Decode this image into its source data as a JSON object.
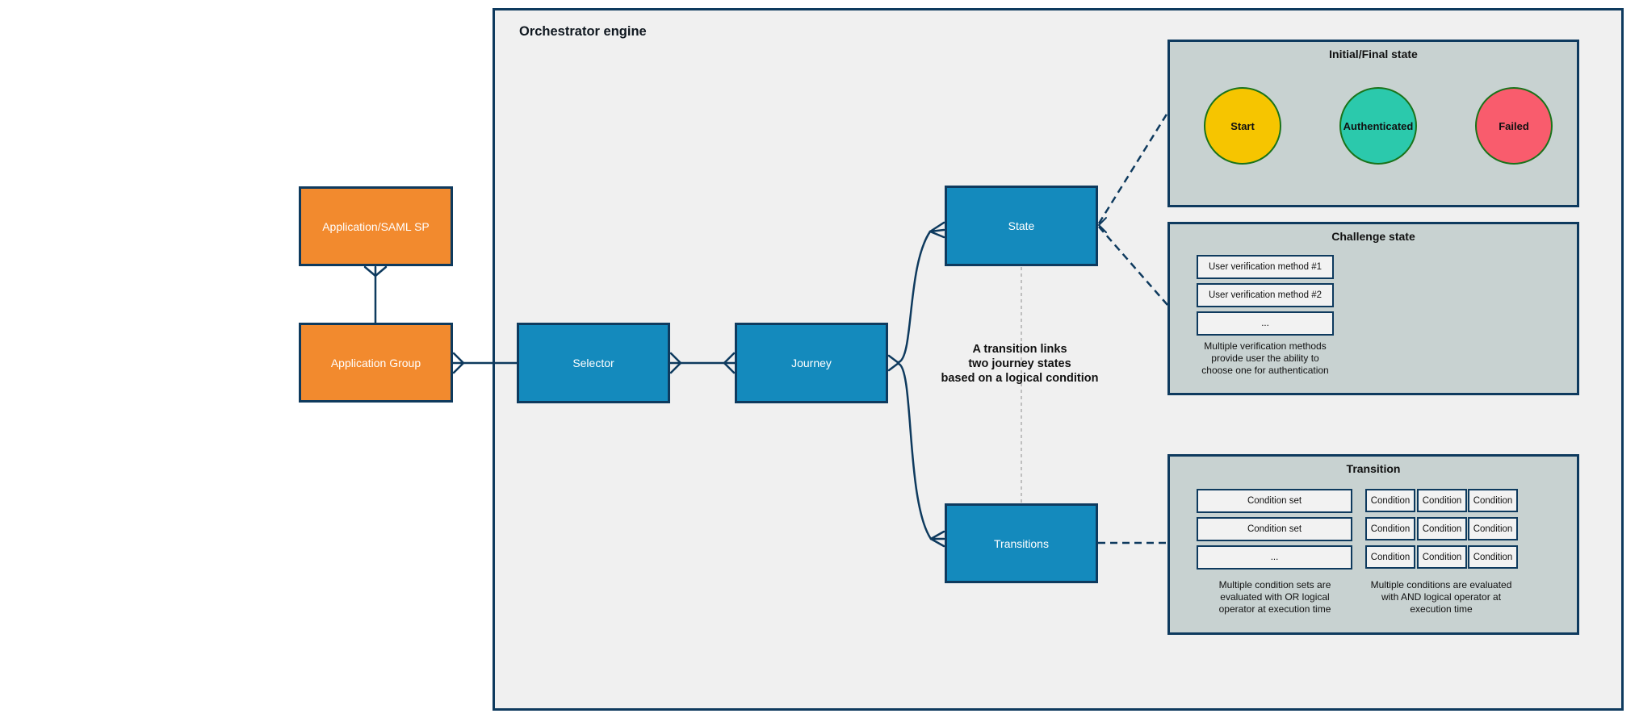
{
  "colors": {
    "border_navy": "#0e3a5e",
    "node_blue": "#148abd",
    "node_orange": "#f28a2e",
    "panel_gray": "#c8d2d1",
    "canvas_gray": "#f0f0f0",
    "item_fill": "#f2f2f2",
    "circle_border_green": "#1a731a",
    "gray_dash": "#b3b3b3",
    "start_fill": "#f6c500",
    "authenticated_fill": "#2bc9ac",
    "failed_fill": "#f95c6d"
  },
  "orchestrator": {
    "title": "Orchestrator engine"
  },
  "nodes": {
    "app_saml": {
      "label": "Application/SAML SP"
    },
    "app_group": {
      "label": "Application Group"
    },
    "selector": {
      "label": "Selector"
    },
    "journey": {
      "label": "Journey"
    },
    "state": {
      "label": "State"
    },
    "transitions": {
      "label": "Transitions"
    }
  },
  "annotation": {
    "text": "A transition links\ntwo journey states\nbased on a logical condition"
  },
  "panels": {
    "initial_final": {
      "title": "Initial/Final state",
      "states": [
        {
          "label": "Start",
          "color": "#f6c500"
        },
        {
          "label": "Authenticated",
          "color": "#2bc9ac"
        },
        {
          "label": "Failed",
          "color": "#f95c6d"
        }
      ]
    },
    "challenge": {
      "title": "Challenge state",
      "methods": [
        {
          "label": "User verification method #1"
        },
        {
          "label": "User verification method #2"
        },
        {
          "label": "..."
        }
      ],
      "caption": "Multiple verification methods\nprovide user the ability to\nchoose one for authentication"
    },
    "transition": {
      "title": "Transition",
      "condition_sets": [
        {
          "label": "Condition set"
        },
        {
          "label": "Condition set"
        },
        {
          "label": "..."
        }
      ],
      "or_caption": "Multiple condition sets are\nevaluated with OR logical\noperator at execution time",
      "conditions": [
        {
          "label": "Condition"
        },
        {
          "label": "Condition"
        },
        {
          "label": "Condition"
        },
        {
          "label": "Condition"
        },
        {
          "label": "Condition"
        },
        {
          "label": "Condition"
        },
        {
          "label": "Condition"
        },
        {
          "label": "Condition"
        },
        {
          "label": "Condition"
        }
      ],
      "and_caption": "Multiple conditions are evaluated\nwith AND logical operator at\nexecution time"
    }
  }
}
